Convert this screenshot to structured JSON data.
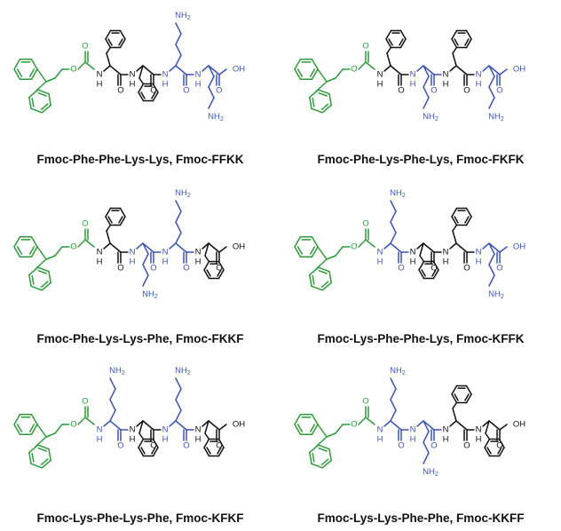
{
  "colors": {
    "fmoc": "#2e9a3c",
    "phe": "#111111",
    "lys": "#3d55b0",
    "caption": "#111111"
  },
  "labels": {
    "O": "O",
    "N": "N",
    "H": "H",
    "OH": "OH",
    "NH2_main": "NH",
    "NH2_sub": "2"
  },
  "panels": [
    {
      "caption": "Fmoc-Phe-Phe-Lys-Lys, Fmoc-FFKK",
      "sequence": [
        "F",
        "F",
        "K",
        "K"
      ]
    },
    {
      "caption": "Fmoc-Phe-Lys-Phe-Lys, Fmoc-FKFK",
      "sequence": [
        "F",
        "K",
        "F",
        "K"
      ]
    },
    {
      "caption": "Fmoc-Phe-Lys-Lys-Phe, Fmoc-FKKF",
      "sequence": [
        "F",
        "K",
        "K",
        "F"
      ]
    },
    {
      "caption": "Fmoc-Lys-Phe-Phe-Lys, Fmoc-KFFK",
      "sequence": [
        "K",
        "F",
        "F",
        "K"
      ]
    },
    {
      "caption": "Fmoc-Lys-Phe-Lys-Phe, Fmoc-KFKF",
      "sequence": [
        "K",
        "F",
        "K",
        "F"
      ]
    },
    {
      "caption": "Fmoc-Lys-Lys-Phe-Phe, Fmoc-KKFF",
      "sequence": [
        "K",
        "K",
        "F",
        "F"
      ]
    }
  ]
}
